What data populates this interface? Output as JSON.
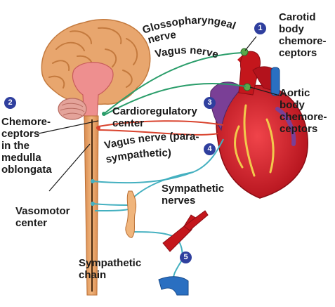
{
  "labels": {
    "glossopharyngeal": "Glossopharyngeal",
    "glossopharyngeal_2": "nerve",
    "vagus_nerve": "Vagus nerve",
    "carotid": "Carotid\nbody\nchemore-\nceptors",
    "aortic": "Aortic\nbody\nchemore-\nceptors",
    "chemoreceptors_medulla": "Chemore-\nceptors\nin the\nmedulla\noblongata",
    "cardioregulatory": "Cardioregulatory\ncenter",
    "vagus_para_1": "Vagus nerve (para-",
    "vagus_para_2": "sympathetic)",
    "vasomotor": "Vasomotor\ncenter",
    "sympathetic_nerves": "Sympathetic\nnerves",
    "sympathetic_chain": "Sympathetic\nchain"
  },
  "markers": {
    "m1": "1",
    "m2": "2",
    "m3": "3",
    "m4": "4",
    "m5": "5"
  },
  "colors": {
    "brain": "#e8a66e",
    "brainstem": "#ee8f8f",
    "spinal_cord": "#e7a264",
    "heart": "#d91f2a",
    "heart_purple": "#7a3f96",
    "artery": "#c4161c",
    "vein": "#2a6fc1",
    "nerve_green": "#2a9d6a",
    "nerve_red": "#d9432e",
    "nerve_teal": "#44b0c0",
    "marker": "#2f3f9e"
  }
}
